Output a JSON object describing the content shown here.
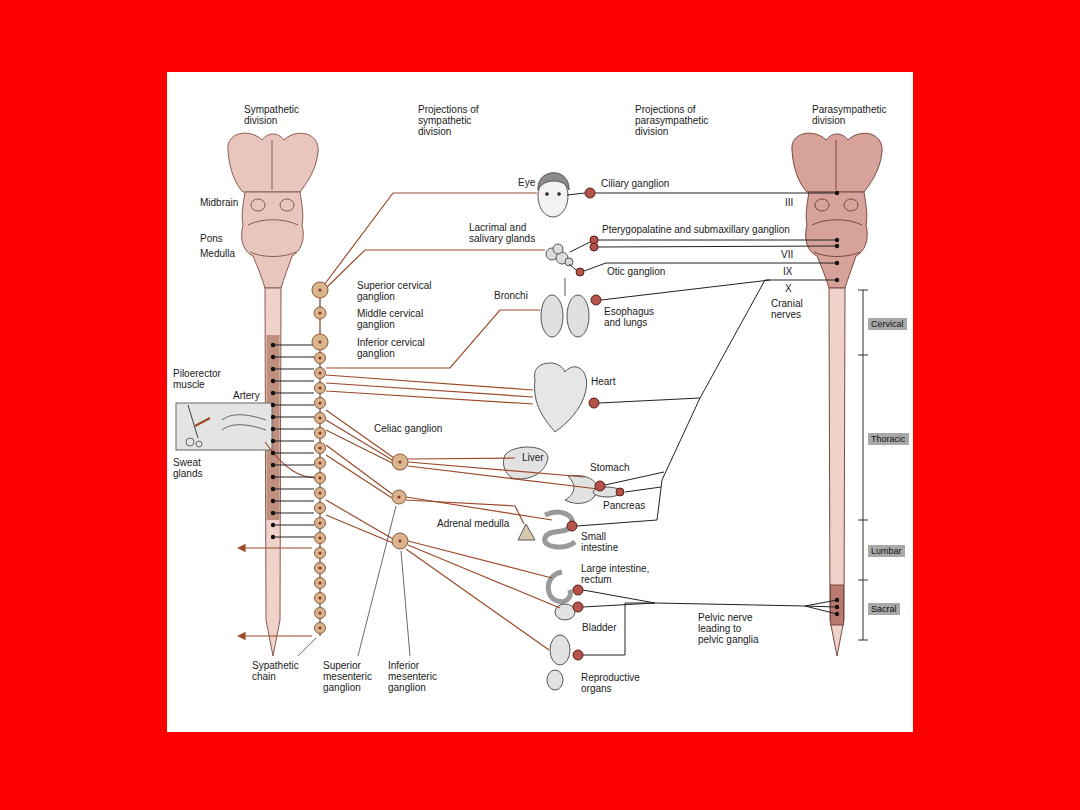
{
  "diagram": {
    "labels": [
      "Sympathetic division",
      "Projections of sympathetic division",
      "Projections of parasympathetic division",
      "Parasympathetic division",
      "Midbrain",
      "Pons",
      "Medulla",
      "Eye",
      "Ciliary ganglion",
      "III",
      "Lacrimal and salivary glands",
      "Pterygopalatine and submaxillary ganglion",
      "VII",
      "Otic ganglion",
      "IX",
      "X",
      "Cranial nerves",
      "Superior cervical ganglion",
      "Bronchi",
      "Middle cervical ganglion",
      "Esophagus and lungs",
      "Inferior cervical ganglion",
      "Cervical",
      "Piloerector muscle",
      "Heart",
      "Artery",
      "Celiac ganglion",
      "Thoracic",
      "Liver",
      "Stomach",
      "Sweat glands",
      "Pancreas",
      "Adrenal medulla",
      "Small intestine",
      "Lumbar",
      "Large intestine, rectum",
      "Sacral",
      "Pelvic nerve leading to pelvic ganglia",
      "Bladder",
      "Sypathetic chain",
      "Superior mesenteric ganglion",
      "Inferior mesenteric ganglion",
      "Reproductive organs"
    ]
  }
}
